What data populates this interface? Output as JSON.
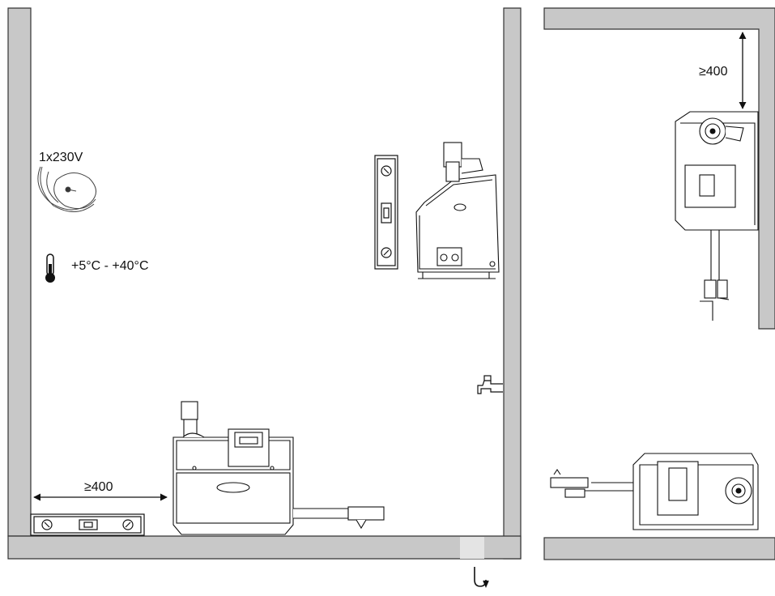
{
  "labels": {
    "power": "1x230V",
    "temperature": "+5°C - +40°C",
    "clearance_floor": "≥400",
    "clearance_wall": "≥400"
  },
  "colors": {
    "wall_fill": "#c8c8c8",
    "wall_stroke": "#333333",
    "drain_fill": "#e4e4e4",
    "line": "#111111"
  },
  "icons": {
    "thermometer": "thermometer-icon",
    "drain": "drain-icon",
    "tap": "water-tap-icon",
    "level": "spirit-level-icon",
    "cable": "power-cable-icon"
  }
}
